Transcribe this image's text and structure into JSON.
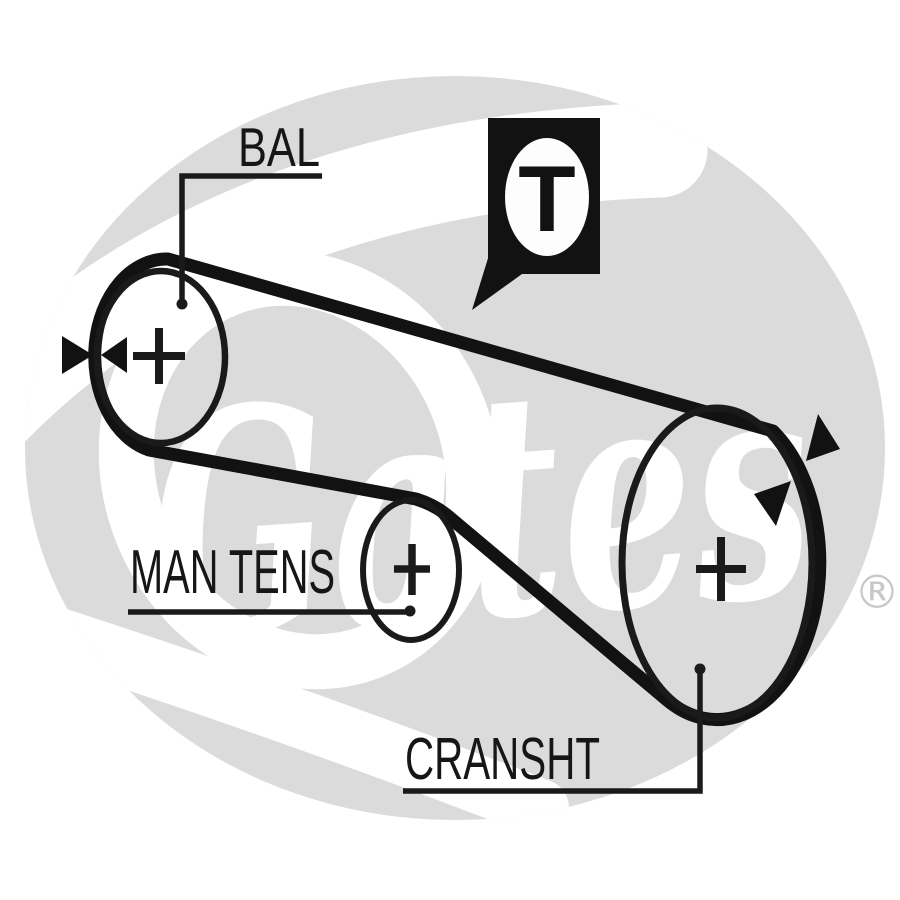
{
  "diagram": {
    "callouts": {
      "balance_shaft": "BAL",
      "manual_tensioner": "MAN TENS",
      "crankshaft": "CRANSHT"
    },
    "badge": {
      "letter": "T"
    },
    "watermark": {
      "brand": "Gates",
      "registered_mark": "®"
    },
    "colors": {
      "ink": "#141414",
      "belt": "#121212",
      "watermark_oval": "#dbdbdb",
      "watermark_script": "#ffffff",
      "registered_gray": "#c8c8c8"
    }
  }
}
